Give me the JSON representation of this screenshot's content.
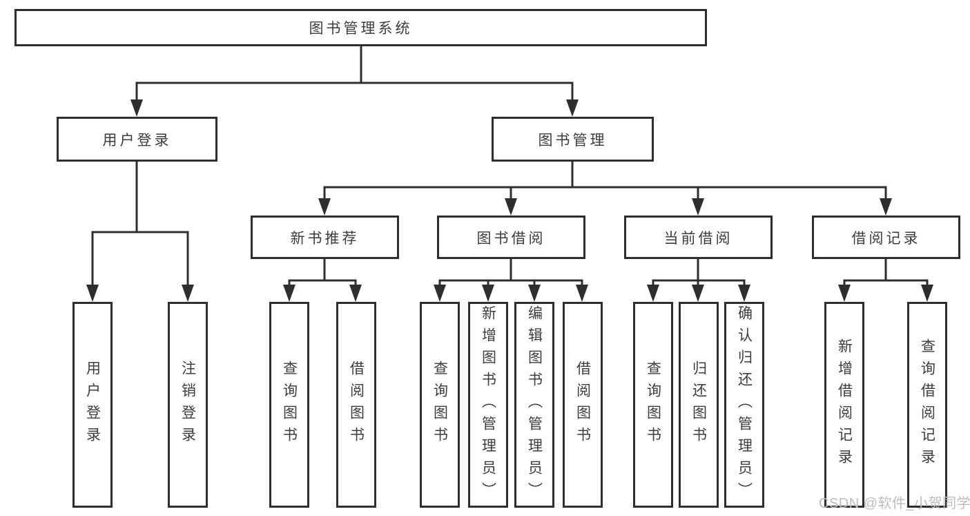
{
  "diagram_title": "图书管理系统",
  "colors": {
    "line": "#2e2e2e",
    "box_border": "#2e2e2e",
    "text": "#3c3c3c",
    "watermark": "#bcbcbc",
    "background": "#ffffff"
  },
  "tree": {
    "root": {
      "label": "图书管理系统"
    },
    "branches": [
      {
        "label": "用户登录",
        "children": [
          {
            "label": "用户登录"
          },
          {
            "label": "注销登录"
          }
        ]
      },
      {
        "label": "图书管理",
        "children": [
          {
            "label": "新书推荐",
            "children": [
              {
                "label": "查询图书"
              },
              {
                "label": "借阅图书"
              }
            ]
          },
          {
            "label": "图书借阅",
            "children": [
              {
                "label": "查询图书"
              },
              {
                "label": "新增图书（管理员）"
              },
              {
                "label": "编辑图书（管理员）"
              },
              {
                "label": "借阅图书"
              }
            ]
          },
          {
            "label": "当前借阅",
            "children": [
              {
                "label": "查询图书"
              },
              {
                "label": "归还图书"
              },
              {
                "label": "确认归还（管理员）"
              }
            ]
          },
          {
            "label": "借阅记录",
            "children": [
              {
                "label": "新增借阅记录"
              },
              {
                "label": "查询借阅记录"
              }
            ]
          }
        ]
      }
    ]
  },
  "watermark": {
    "text": "CSDN @软件_小贺同学"
  }
}
